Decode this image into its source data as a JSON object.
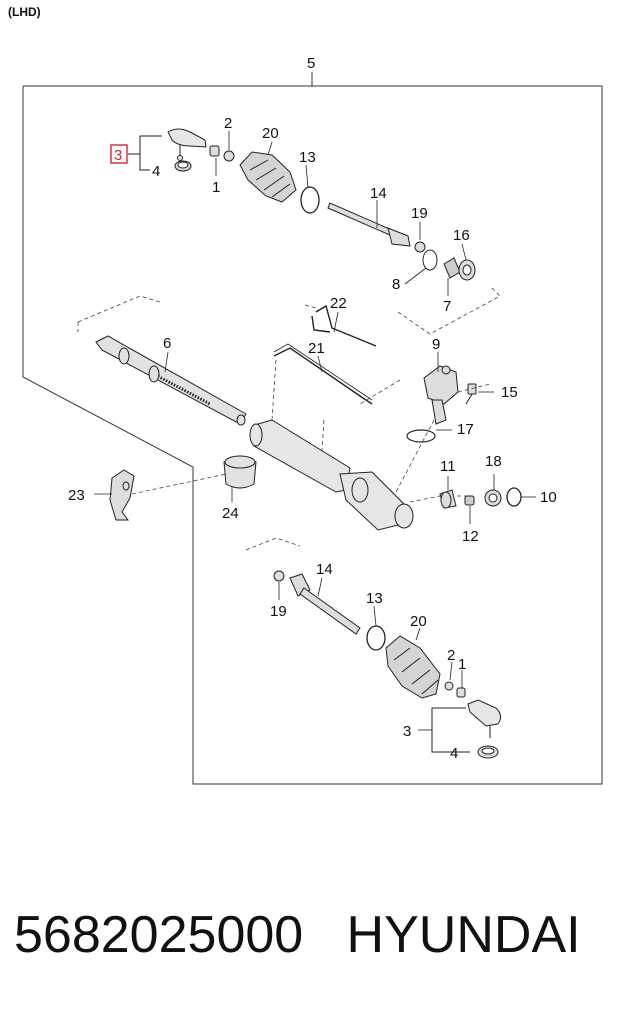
{
  "header": {
    "tag": "(LHD)"
  },
  "callouts": {
    "c1_top": "1",
    "c2_top": "2",
    "c3_top": "3",
    "c4_top": "4",
    "c5": "5",
    "c6": "6",
    "c7": "7",
    "c8": "8",
    "c9": "9",
    "c10": "10",
    "c11": "11",
    "c12": "12",
    "c13_top": "13",
    "c14_top": "14",
    "c15": "15",
    "c16": "16",
    "c17": "17",
    "c18": "18",
    "c19_top": "19",
    "c20_top": "20",
    "c21": "21",
    "c22": "22",
    "c23": "23",
    "c24": "24",
    "c1_bot": "1",
    "c2_bot": "2",
    "c3_bot": "3",
    "c4_bot": "4",
    "c13_bot": "13",
    "c14_bot": "14",
    "c19_bot": "19",
    "c20_bot": "20"
  },
  "highlight_color": "#d9262e",
  "footer": {
    "part_number": "5682025000",
    "brand": "HYUNDAI"
  }
}
